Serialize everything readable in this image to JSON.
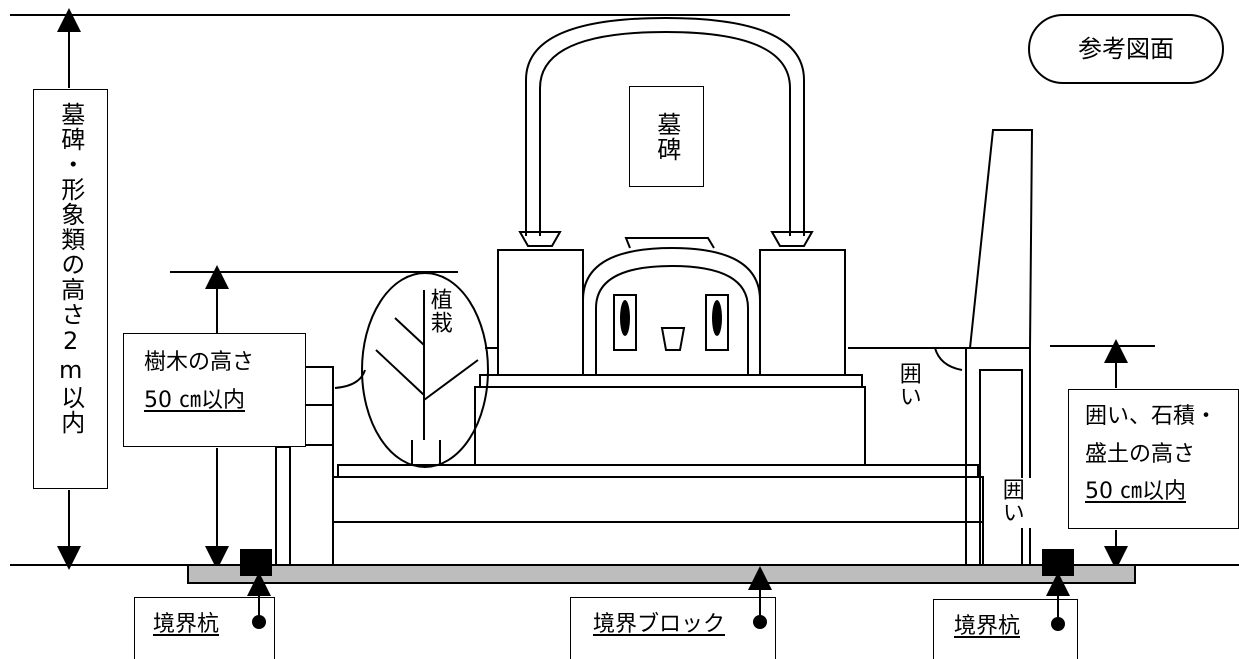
{
  "badge": "参考図面",
  "monument_height": "墓碑・形象類の高さ2m以内",
  "tombstone": "墓碑",
  "planting": "植栽",
  "tree_height": {
    "line1": "樹木の高さ",
    "line2": "50 ㎝以内"
  },
  "enclosure_upper": "囲い",
  "enclosure_lower": "囲い",
  "wall_height": {
    "line1": "囲い、石積・",
    "line2": "盛土の高さ",
    "line3": "50 ㎝以内"
  },
  "boundary_left": "境界杭",
  "boundary_center": "境界ブロック",
  "boundary_right": "境界杭"
}
